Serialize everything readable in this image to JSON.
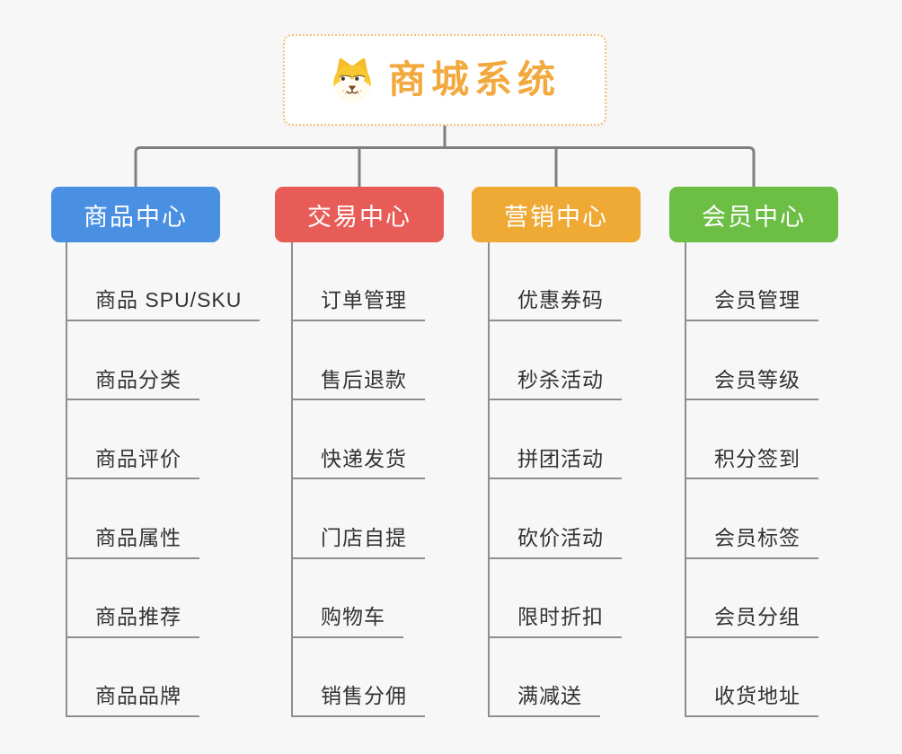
{
  "root": {
    "title": "商城系统",
    "icon": "dog-face-icon",
    "accent_color": "#f2a93d",
    "border_color": "#f2c177"
  },
  "colors": {
    "bg": "#f7f7f7",
    "line": "#7f7f7f",
    "rail": "#8e8e8e",
    "item-text": "#333333"
  },
  "branches": [
    {
      "label": "商品中心",
      "color": "#4a90e2",
      "items": [
        "商品 SPU/SKU",
        "商品分类",
        "商品评价",
        "商品属性",
        "商品推荐",
        "商品品牌"
      ]
    },
    {
      "label": "交易中心",
      "color": "#e85c58",
      "items": [
        "订单管理",
        "售后退款",
        "快递发货",
        "门店自提",
        "购物车",
        "销售分佣"
      ]
    },
    {
      "label": "营销中心",
      "color": "#efa935",
      "items": [
        "优惠券码",
        "秒杀活动",
        "拼团活动",
        "砍价活动",
        "限时折扣",
        "满减送"
      ]
    },
    {
      "label": "会员中心",
      "color": "#6cbe45",
      "items": [
        "会员管理",
        "会员等级",
        "积分签到",
        "会员标签",
        "会员分组",
        "收货地址"
      ]
    }
  ]
}
